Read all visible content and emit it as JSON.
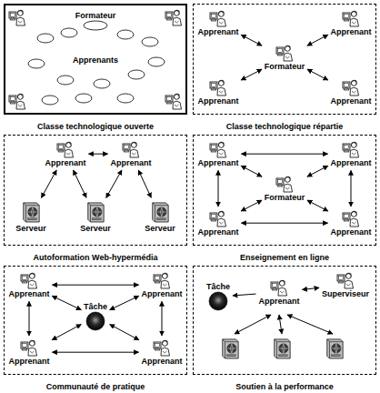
{
  "diagram": {
    "nodes": [
      {
        "text": [
          "Classe technologique ouverte"
        ]
      },
      {
        "text": [
          "Formateur"
        ],
        "in": 0
      },
      {
        "text": [
          "Apprenants"
        ],
        "in": 0
      },
      {
        "text": [
          "Classe technologique répartie"
        ]
      },
      {
        "text": [
          "Apprenant"
        ],
        "in": 3
      },
      {
        "text": [
          "Apprenant"
        ],
        "in": 3
      },
      {
        "text": [
          "Formateur"
        ],
        "in": 3
      },
      {
        "text": [
          "Apprenant"
        ],
        "in": 3
      },
      {
        "text": [
          "Apprenant"
        ],
        "in": 3
      },
      {
        "text": [
          "Autoformation Web-hypermédia"
        ]
      },
      {
        "text": [
          "Apprenant"
        ],
        "in": 9
      },
      {
        "text": [
          "Apprenant"
        ],
        "in": 9
      },
      {
        "text": [
          "Serveur"
        ],
        "in": 9
      },
      {
        "text": [
          "Serveur"
        ],
        "in": 9
      },
      {
        "text": [
          "Serveur"
        ],
        "in": 9
      },
      {
        "text": [
          "Enseignement en ligne"
        ]
      },
      {
        "text": [
          "Apprenant"
        ],
        "in": 15
      },
      {
        "text": [
          "Apprenant"
        ],
        "in": 15
      },
      {
        "text": [
          "Formateur"
        ],
        "in": 15
      },
      {
        "text": [
          "Apprenant"
        ],
        "in": 15
      },
      {
        "text": [
          "Apprenant"
        ],
        "in": 15
      },
      {
        "text": [
          "Communauté de pratique"
        ]
      },
      {
        "text": [
          "Apprenant"
        ],
        "in": 21
      },
      {
        "text": [
          "Apprenant"
        ],
        "in": 21
      },
      {
        "text": [
          "Tâche"
        ],
        "in": 21
      },
      {
        "text": [
          "Apprenant"
        ],
        "in": 21
      },
      {
        "text": [
          "Apprenant"
        ],
        "in": 21
      },
      {
        "text": [
          "Soutien à la performance"
        ]
      },
      {
        "text": [
          "Tâche"
        ],
        "in": 27
      },
      {
        "text": [
          "Apprenant"
        ],
        "in": 27
      },
      {
        "text": [
          "Superviseur"
        ],
        "in": 27
      }
    ],
    "edges": [
      {
        "from": 6,
        "to": 4,
        "arrow": "both"
      },
      {
        "from": 6,
        "to": 5,
        "arrow": "both"
      },
      {
        "from": 6,
        "to": 7,
        "arrow": "both"
      },
      {
        "from": 6,
        "to": 8,
        "arrow": "both"
      },
      {
        "from": 10,
        "to": 11,
        "arrow": "both"
      },
      {
        "from": 10,
        "to": 12,
        "arrow": "both"
      },
      {
        "from": 10,
        "to": 13,
        "arrow": "both"
      },
      {
        "from": 11,
        "to": 13,
        "arrow": "both"
      },
      {
        "from": 11,
        "to": 14,
        "arrow": "both"
      },
      {
        "from": 16,
        "to": 17,
        "arrow": "both"
      },
      {
        "from": 16,
        "to": 19,
        "arrow": "both"
      },
      {
        "from": 17,
        "to": 20,
        "arrow": "both"
      },
      {
        "from": 19,
        "to": 20,
        "arrow": "both"
      },
      {
        "from": 18,
        "to": 16,
        "arrow": "both"
      },
      {
        "from": 18,
        "to": 17,
        "arrow": "both"
      },
      {
        "from": 18,
        "to": 19,
        "arrow": "both"
      },
      {
        "from": 18,
        "to": 20,
        "arrow": "both"
      },
      {
        "from": 22,
        "to": 23,
        "arrow": "both"
      },
      {
        "from": 22,
        "to": 25,
        "arrow": "both"
      },
      {
        "from": 23,
        "to": 26,
        "arrow": "both"
      },
      {
        "from": 25,
        "to": 26,
        "arrow": "both"
      },
      {
        "from": 24,
        "to": 22,
        "arrow": "both"
      },
      {
        "from": 24,
        "to": 23,
        "arrow": "both"
      },
      {
        "from": 24,
        "to": 25,
        "arrow": "both"
      },
      {
        "from": 24,
        "to": 26,
        "arrow": "both"
      },
      {
        "from": 29,
        "to": 28,
        "arrow": "to"
      },
      {
        "from": 29,
        "to": 30,
        "arrow": "both"
      }
    ]
  }
}
